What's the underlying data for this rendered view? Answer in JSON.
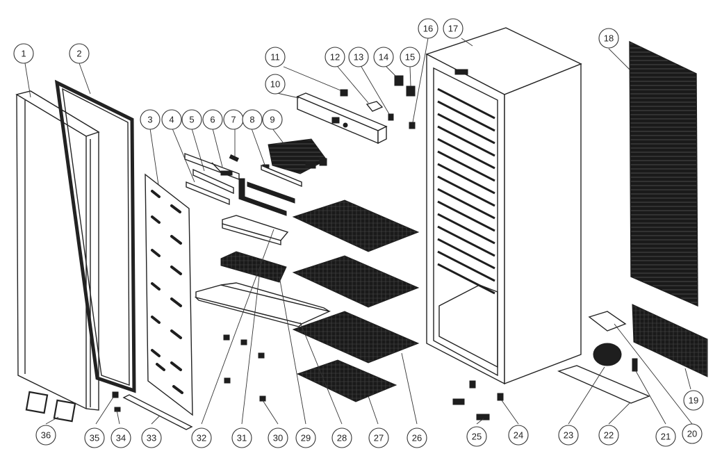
{
  "callouts": {
    "c1": "1",
    "c2": "2",
    "c3": "3",
    "c4": "4",
    "c5": "5",
    "c6": "6",
    "c7": "7",
    "c8": "8",
    "c9": "9",
    "c10": "10",
    "c11": "11",
    "c12": "12",
    "c13": "13",
    "c14": "14",
    "c15": "15",
    "c16": "16",
    "c17": "17",
    "c18": "18",
    "c19": "19",
    "c20": "20",
    "c21": "21",
    "c22": "22",
    "c23": "23",
    "c24": "24",
    "c25": "25",
    "c26": "26",
    "c27": "27",
    "c28": "28",
    "c29": "29",
    "c30": "30",
    "c31": "31",
    "c32": "32",
    "c33": "33",
    "c34": "34",
    "c35": "35",
    "c36": "36"
  },
  "colors": {
    "ink": "#1e1e1e",
    "paper": "#ffffff"
  }
}
